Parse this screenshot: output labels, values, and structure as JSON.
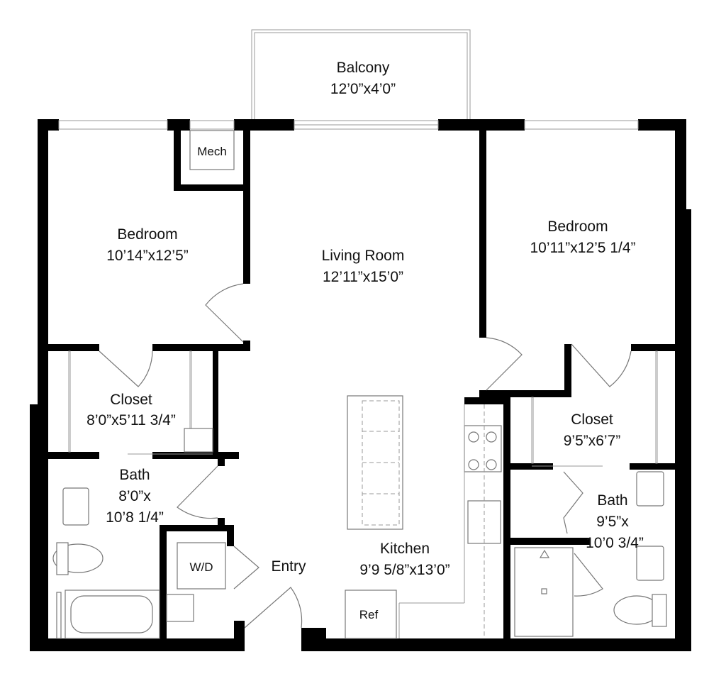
{
  "rooms": {
    "balcony": {
      "name": "Balcony",
      "size": "12’0”x4’0”"
    },
    "mech": {
      "name": "Mech"
    },
    "bedroom_left": {
      "name": "Bedroom",
      "size": "10’14”x12’5”"
    },
    "living_room": {
      "name": "Living Room",
      "size": "12’11”x15’0”"
    },
    "bedroom_right": {
      "name": "Bedroom",
      "size": "10’11”x12’5 1/4”"
    },
    "closet_left": {
      "name": "Closet",
      "size": "8’0”x5’11 3/4”"
    },
    "bath_left": {
      "name": "Bath",
      "size_line1": "8’0”x",
      "size_line2": "10’8 1/4”"
    },
    "closet_right": {
      "name": "Closet",
      "size": "9’5”x6’7”"
    },
    "bath_right": {
      "name": "Bath",
      "size_line1": "9’5”x",
      "size_line2": "10’0 3/4”"
    },
    "kitchen": {
      "name": "Kitchen",
      "size": "9’9 5/8”x13’0”"
    },
    "entry": {
      "name": "Entry"
    },
    "washer_dryer": {
      "name": "W/D"
    },
    "refrigerator": {
      "name": "Ref"
    }
  }
}
